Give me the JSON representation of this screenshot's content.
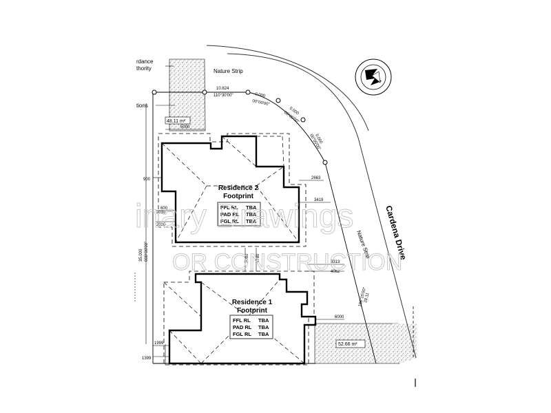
{
  "watermark": {
    "line1": "inary Drawings",
    "line2": "OR CONSTRUCTION"
  },
  "labels": {
    "accordance": "rdance",
    "authority": "thority",
    "options": "tions",
    "nature_strip_top": "Nature Strip",
    "nature_strip_side": "Nature Strip",
    "cardena_drive": "Cardena Drive"
  },
  "areas": {
    "top_area": "48.11 m²",
    "bottom_area": "52.66 m²"
  },
  "bearings": {
    "b1_len": "10.824",
    "b1_ang": "110°30'00\"",
    "b2_len": "0.000",
    "b2_ang": "00°00'00\"",
    "b3_len": "0.000",
    "b3_ang": "00°00'00\"",
    "b4_len": "0.000",
    "b4_ang": "00°00'00\"",
    "b5_len": "28.11",
    "b5_ang": "186°15'00\"",
    "left_len": "35.000",
    "left_ang": "000°00'00\""
  },
  "dims": {
    "d5000": "5000",
    "d900": "900",
    "d2030a": "2030",
    "d600": "600",
    "d2030b": "2030",
    "d2663": "2663",
    "d3419": "3419",
    "d2080": "2080",
    "d1780": "1780",
    "d3313": "3313",
    "d4062": "4062",
    "d6000": "6000",
    "d1999": "1999",
    "d1399": "1399"
  },
  "residence2": {
    "title": "Residence 2",
    "subtitle": "Footprint",
    "rows": [
      {
        "label": "FFL RL",
        "value": "TBA"
      },
      {
        "label": "PAD RL",
        "value": "TBA"
      },
      {
        "label": "FGL RL",
        "value": "TBA"
      }
    ]
  },
  "residence1": {
    "title": "Residence 1",
    "subtitle": "Footprint",
    "rows": [
      {
        "label": "FFL RL",
        "value": "TBA"
      },
      {
        "label": "PAD RL",
        "value": "TBA"
      },
      {
        "label": "FGL RL",
        "value": "TBA"
      }
    ]
  }
}
